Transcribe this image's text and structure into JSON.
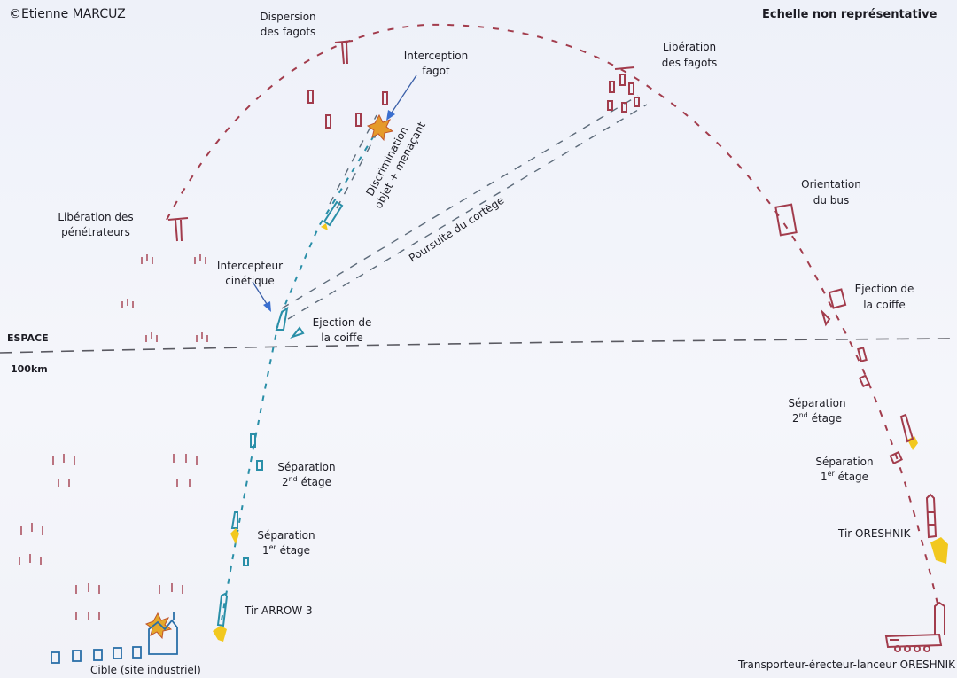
{
  "header": {
    "copyright": "©Etienne MARCUZ",
    "scale_note": "Echelle non représentative"
  },
  "altitude": {
    "zone": "ESPACE",
    "altitude": "100km"
  },
  "labels": {
    "dispersion": [
      "Dispersion",
      "des fagots"
    ],
    "interception": [
      "Interception",
      "fagot"
    ],
    "liberation_fagots": [
      "Libération",
      "des fagots"
    ],
    "discrimination": [
      "Discrimination",
      "objet + menaçant"
    ],
    "liberation_penetrateurs": [
      "Libération des",
      "pénétrateurs"
    ],
    "orientation": [
      "Orientation",
      "du bus"
    ],
    "poursuite": "Poursuite du cortège",
    "intercepteur": [
      "Intercepteur",
      "cinétique"
    ],
    "ejection_left": [
      "Ejection de",
      "la coiffe"
    ],
    "ejection_right": [
      "Ejection de",
      "la coiffe"
    ],
    "sep2_left": {
      "line1": "Séparation",
      "num": "2",
      "sup": "nd",
      "rest": " étage"
    },
    "sep1_left": {
      "line1": "Séparation",
      "num": "1",
      "sup": "er",
      "rest": " étage"
    },
    "sep2_right": {
      "line1": "Séparation",
      "num": "2",
      "sup": "nd",
      "rest": " étage"
    },
    "sep1_right": {
      "line1": "Séparation",
      "num": "1",
      "sup": "er",
      "rest": " étage"
    },
    "tir_arrow": "Tir ARROW 3",
    "tir_oreshnik": "Tir ORESHNIK",
    "cible": "Cible (site industriel)",
    "tel": "Transporteur-érecteur-lanceur ORESHNIK"
  },
  "colors": {
    "threat": "#a23c4c",
    "interceptor": "#2a8fa8",
    "guidance": "#5d6b7a",
    "flame": "#f2c81e"
  }
}
